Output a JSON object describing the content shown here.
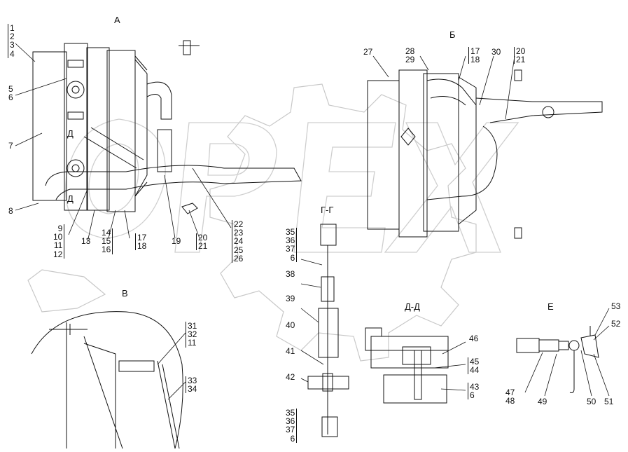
{
  "views": {
    "A": "А",
    "B": "Б",
    "V": "В",
    "GG": "Г-Г",
    "DD": "Д-Д",
    "E": "Е",
    "D1": "Д",
    "D2": "Д"
  },
  "callouts": {
    "g1_4": [
      "1",
      "2",
      "3",
      "4"
    ],
    "g5_6": [
      "5",
      "6"
    ],
    "n7": "7",
    "n8": "8",
    "g9_12": [
      "9",
      "10",
      "11",
      "12"
    ],
    "n13": "13",
    "g14_16": [
      "14",
      "15",
      "16"
    ],
    "g17_18a": [
      "17",
      "18"
    ],
    "n19": "19",
    "g20_21a": [
      "20",
      "21"
    ],
    "g22_26": [
      "22",
      "23",
      "24",
      "25",
      "26"
    ],
    "n27": "27",
    "g28_29": [
      "28",
      "29"
    ],
    "g17_18b": [
      "17",
      "18"
    ],
    "n30": "30",
    "g20_21b": [
      "20",
      "21"
    ],
    "g35_6a": [
      "35",
      "36",
      "37",
      "6"
    ],
    "n38": "38",
    "n39": "39",
    "n40": "40",
    "n41": "41",
    "n42": "42",
    "g35_6b": [
      "35",
      "36",
      "37",
      "6"
    ],
    "g31_11": [
      "31",
      "32",
      "11"
    ],
    "g33_34": [
      "33",
      "34"
    ],
    "n46": "46",
    "g45_44": [
      "45",
      "44"
    ],
    "g43_6": [
      "43",
      "6"
    ],
    "n53": "53",
    "n52": "52",
    "g47_48": [
      "47",
      "48"
    ],
    "n49": "49",
    "n50": "50",
    "n51": "51"
  },
  "watermark": "OPEX"
}
